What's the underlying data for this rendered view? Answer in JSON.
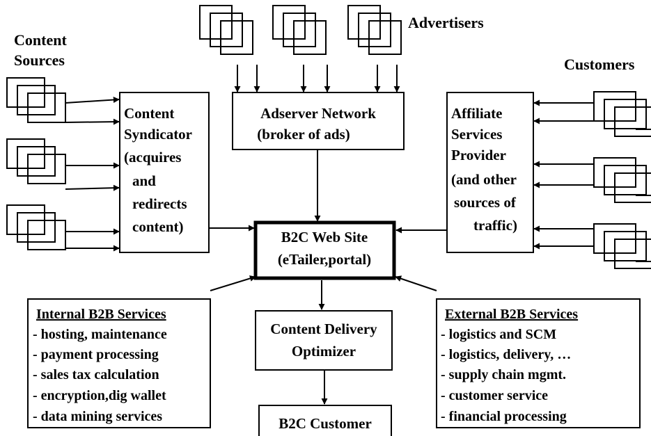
{
  "labels": {
    "content_sources": [
      "Content",
      "Sources"
    ],
    "advertisers": "Advertisers",
    "customers": "Customers"
  },
  "boxes": {
    "syndicator": [
      "Content",
      "Syndicator",
      "(acquires",
      "and",
      "redirects",
      "content)"
    ],
    "adserver": [
      "Adserver Network",
      "(broker of ads)"
    ],
    "affiliate": [
      "Affiliate",
      "Services",
      "Provider",
      "(and other",
      "sources of",
      "traffic)"
    ],
    "b2c_site": [
      "B2C Web Site",
      "(eTailer,portal)"
    ],
    "cdo": [
      "Content Delivery",
      "Optimizer"
    ],
    "b2c_customer": [
      "B2C Customer"
    ]
  },
  "internal_services": {
    "title": "Internal B2B Services",
    "items": [
      "- hosting, maintenance",
      "- payment processing",
      "- sales tax calculation",
      "- encryption,dig wallet",
      "- data mining services"
    ]
  },
  "external_services": {
    "title": "External B2B Services",
    "items": [
      "- logistics and SCM",
      "- logistics, delivery, …",
      "- supply chain mgmt.",
      "- customer service",
      "- financial processing"
    ]
  },
  "colors": {
    "stroke": "#000000",
    "background": "#ffffff"
  }
}
